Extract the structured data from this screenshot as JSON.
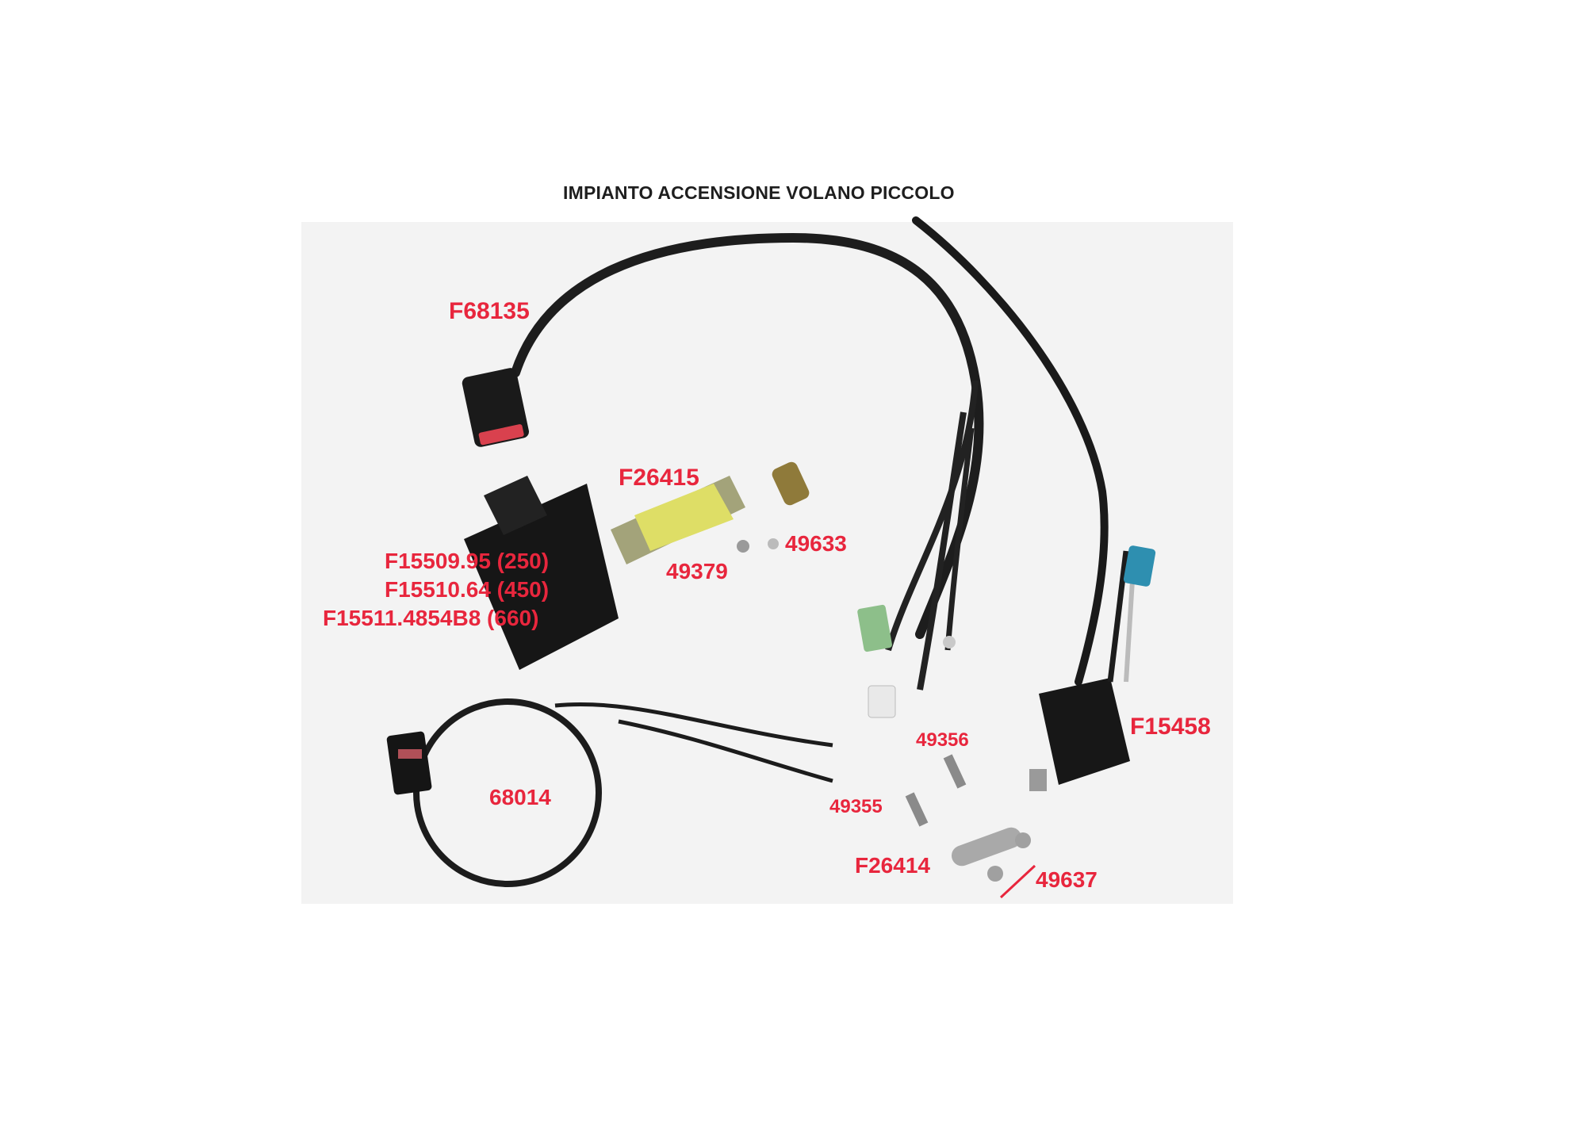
{
  "title": "IMPIANTO ACCENSIONE VOLANO PICCOLO",
  "colors": {
    "label": "#e8263d",
    "title": "#1e1e1e",
    "background": "#f3f3f3"
  },
  "labels": {
    "f68135": "F68135",
    "f26415": "F26415",
    "n49633": "49633",
    "n49379": "49379",
    "f15509": "F15509.95 (250)",
    "f15510": "F15510.64 (450)",
    "f15511": "F15511.4854B8 (660)",
    "f15458": "F15458",
    "n49356": "49356",
    "n49355": "49355",
    "n68014": "68014",
    "f26414": "F26414",
    "n49637": "49637"
  }
}
